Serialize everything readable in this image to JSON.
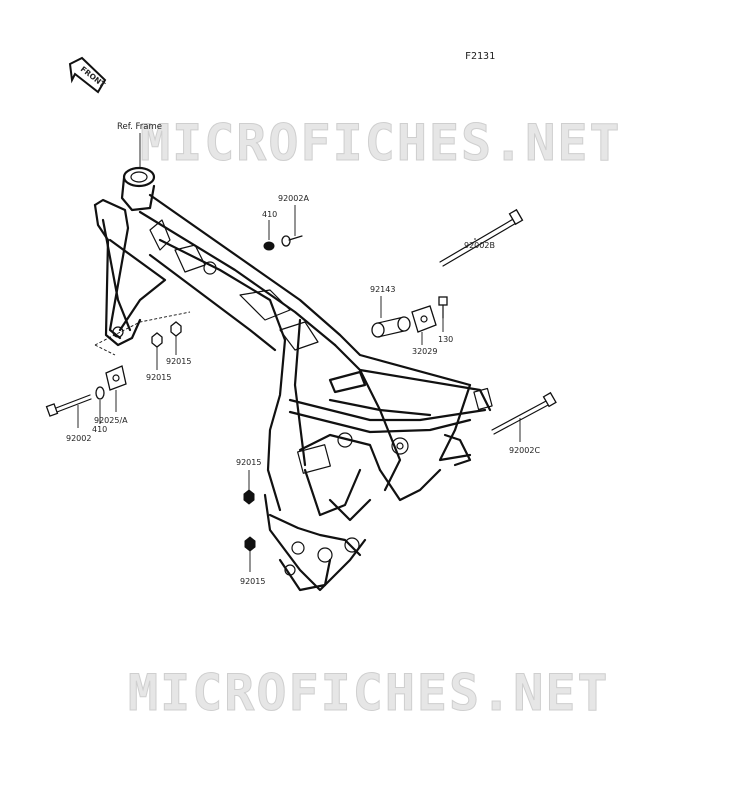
{
  "figure_code": "F2131",
  "front_label": "FRONT",
  "watermark": "MICROFICHES.NET",
  "ref_label": "Ref. Frame",
  "parts": {
    "p410_top": "410",
    "p92002A": "92002A",
    "p92002B": "92002B",
    "p92143": "92143",
    "p32029": "32029",
    "p130": "130",
    "p92015_a": "92015",
    "p92015_b": "92015",
    "p92025A": "92025/A",
    "p92002": "92002",
    "p410_left": "410",
    "p92015_c": "92015",
    "p92015_d": "92015",
    "p92002C": "92002C"
  }
}
